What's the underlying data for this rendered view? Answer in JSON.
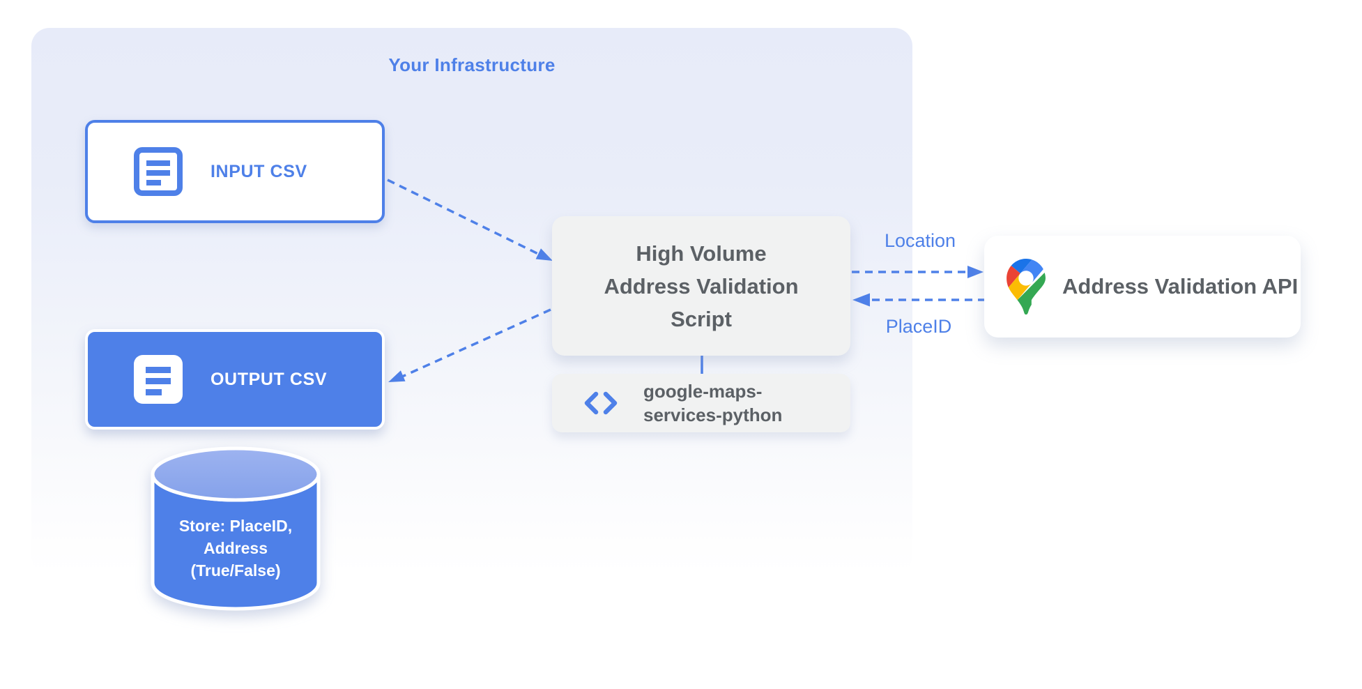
{
  "diagram": {
    "title": "Your Infrastructure",
    "nodes": {
      "input_csv": {
        "label": "INPUT CSV",
        "icon": "document-lines-icon"
      },
      "output_csv": {
        "label": "OUTPUT CSV",
        "icon": "document-lines-icon"
      },
      "script": {
        "lines": [
          "High Volume",
          "Address Validation",
          "Script"
        ]
      },
      "library": {
        "lines": [
          "google-maps-",
          "services-python"
        ],
        "icon": "code-brackets-icon"
      },
      "datastore": {
        "lines": [
          "Store: PlaceID,",
          "Address",
          "(True/False)"
        ]
      },
      "api": {
        "label": "Address Validation API",
        "icon": "google-maps-pin-icon"
      }
    },
    "edge_labels": {
      "location": "Location",
      "placeid": "PlaceID"
    },
    "colors": {
      "accent_blue": "#4E80E8",
      "cylinder_top_blue": "#8FA9ED",
      "container_top": "#E7EBF9",
      "node_gray": "#F1F2F2",
      "text_dark_gray": "#5B6065",
      "pin_dark_blue": "#1A73E8",
      "pin_blue": "#4285F4",
      "pin_red": "#EA4335",
      "pin_yellow": "#FBBC04",
      "pin_green": "#34A853"
    }
  }
}
